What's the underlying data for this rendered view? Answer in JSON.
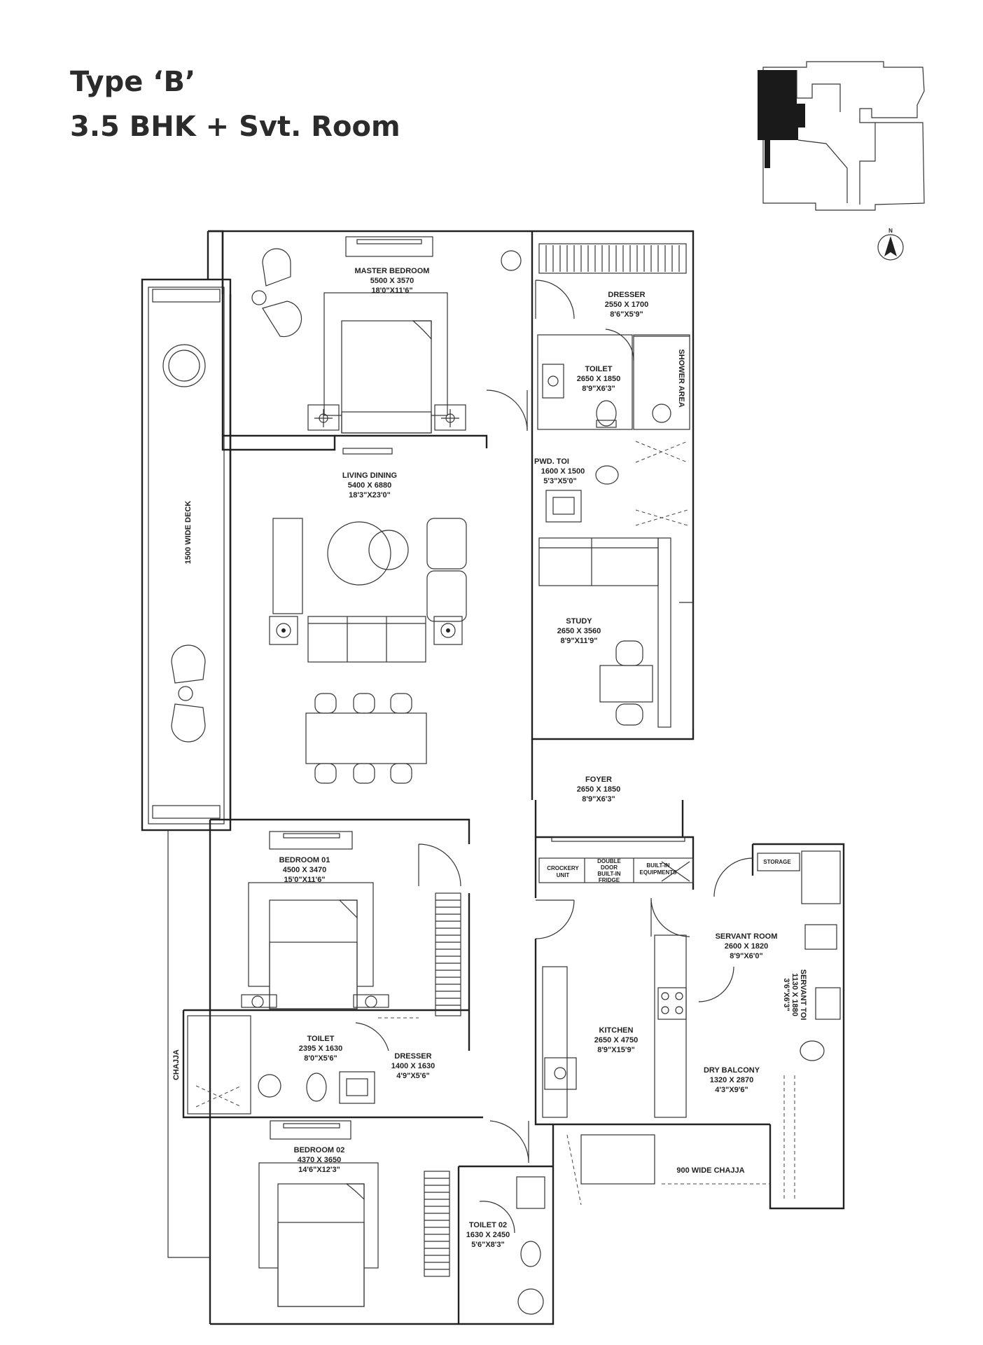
{
  "header": {
    "title": "Type ‘B’",
    "subtitle": "3.5 BHK + Svt. Room"
  },
  "compass": {
    "north_label": "N"
  },
  "rooms": [
    {
      "key": "master_bedroom",
      "name": "MASTER BEDROOM",
      "size_mm": "5500 X 3570",
      "size_ft": "18'0\"X11'6\""
    },
    {
      "key": "dresser_1",
      "name": "DRESSER",
      "size_mm": "2550 X 1700",
      "size_ft": "8'6\"X5'9\""
    },
    {
      "key": "toilet_1",
      "name": "TOILET",
      "size_mm": "2650 X 1850",
      "size_ft": "8'9\"X6'3\""
    },
    {
      "key": "pwd_toi",
      "name": "PWD. TOI",
      "size_mm": "1600 X 1500",
      "size_ft": "5'3\"X5'0\""
    },
    {
      "key": "living_dining",
      "name": "LIVING DINING",
      "size_mm": "5400 X 6880",
      "size_ft": "18'3\"X23'0\""
    },
    {
      "key": "study",
      "name": "STUDY",
      "size_mm": "2650 X 3560",
      "size_ft": "8'9\"X11'9\""
    },
    {
      "key": "foyer",
      "name": "FOYER",
      "size_mm": "2650 X 1850",
      "size_ft": "8'9\"X6'3\""
    },
    {
      "key": "bedroom_01",
      "name": "BEDROOM 01",
      "size_mm": "4500 X 3470",
      "size_ft": "15'0\"X11'6\""
    },
    {
      "key": "toilet_2",
      "name": "TOILET",
      "size_mm": "2395 X 1630",
      "size_ft": "8'0\"X5'6\""
    },
    {
      "key": "dresser_2",
      "name": "DRESSER",
      "size_mm": "1400 X 1630",
      "size_ft": "4'9\"X5'6\""
    },
    {
      "key": "bedroom_02",
      "name": "BEDROOM 02",
      "size_mm": "4370 X 3650",
      "size_ft": "14'6\"X12'3\""
    },
    {
      "key": "toilet_02",
      "name": "TOILET 02",
      "size_mm": "1630 X 2450",
      "size_ft": "5'6\"X8'3\""
    },
    {
      "key": "kitchen",
      "name": "KITCHEN",
      "size_mm": "2650 X 4750",
      "size_ft": "8'9\"X15'9\""
    },
    {
      "key": "servant_room",
      "name": "SERVANT ROOM",
      "size_mm": "2600 X 1820",
      "size_ft": "8'9\"X6'0\""
    },
    {
      "key": "servant_toi",
      "name": "SERVANT TOI",
      "size_mm": "1130 X 1880",
      "size_ft": "3'6\"X6'3\""
    },
    {
      "key": "dry_balcony",
      "name": "DRY BALCONY",
      "size_mm": "1320 X 2870",
      "size_ft": "4'3\"X9'6\""
    }
  ],
  "labels": {
    "shower_area": "SHOWER AREA",
    "wide_deck": "1500 WIDE DECK",
    "chajja": "CHAJJA",
    "chajja_900": "900 WIDE CHAJJA",
    "storage": "STORAGE",
    "crockery": [
      "CROCKERY",
      "UNIT"
    ],
    "fridge": [
      "DOUBLE",
      "DOOR",
      "BUILT-IN",
      "FRIDGE"
    ],
    "equipments": [
      "BUILT-IN",
      "EQUIPMENTS"
    ]
  }
}
